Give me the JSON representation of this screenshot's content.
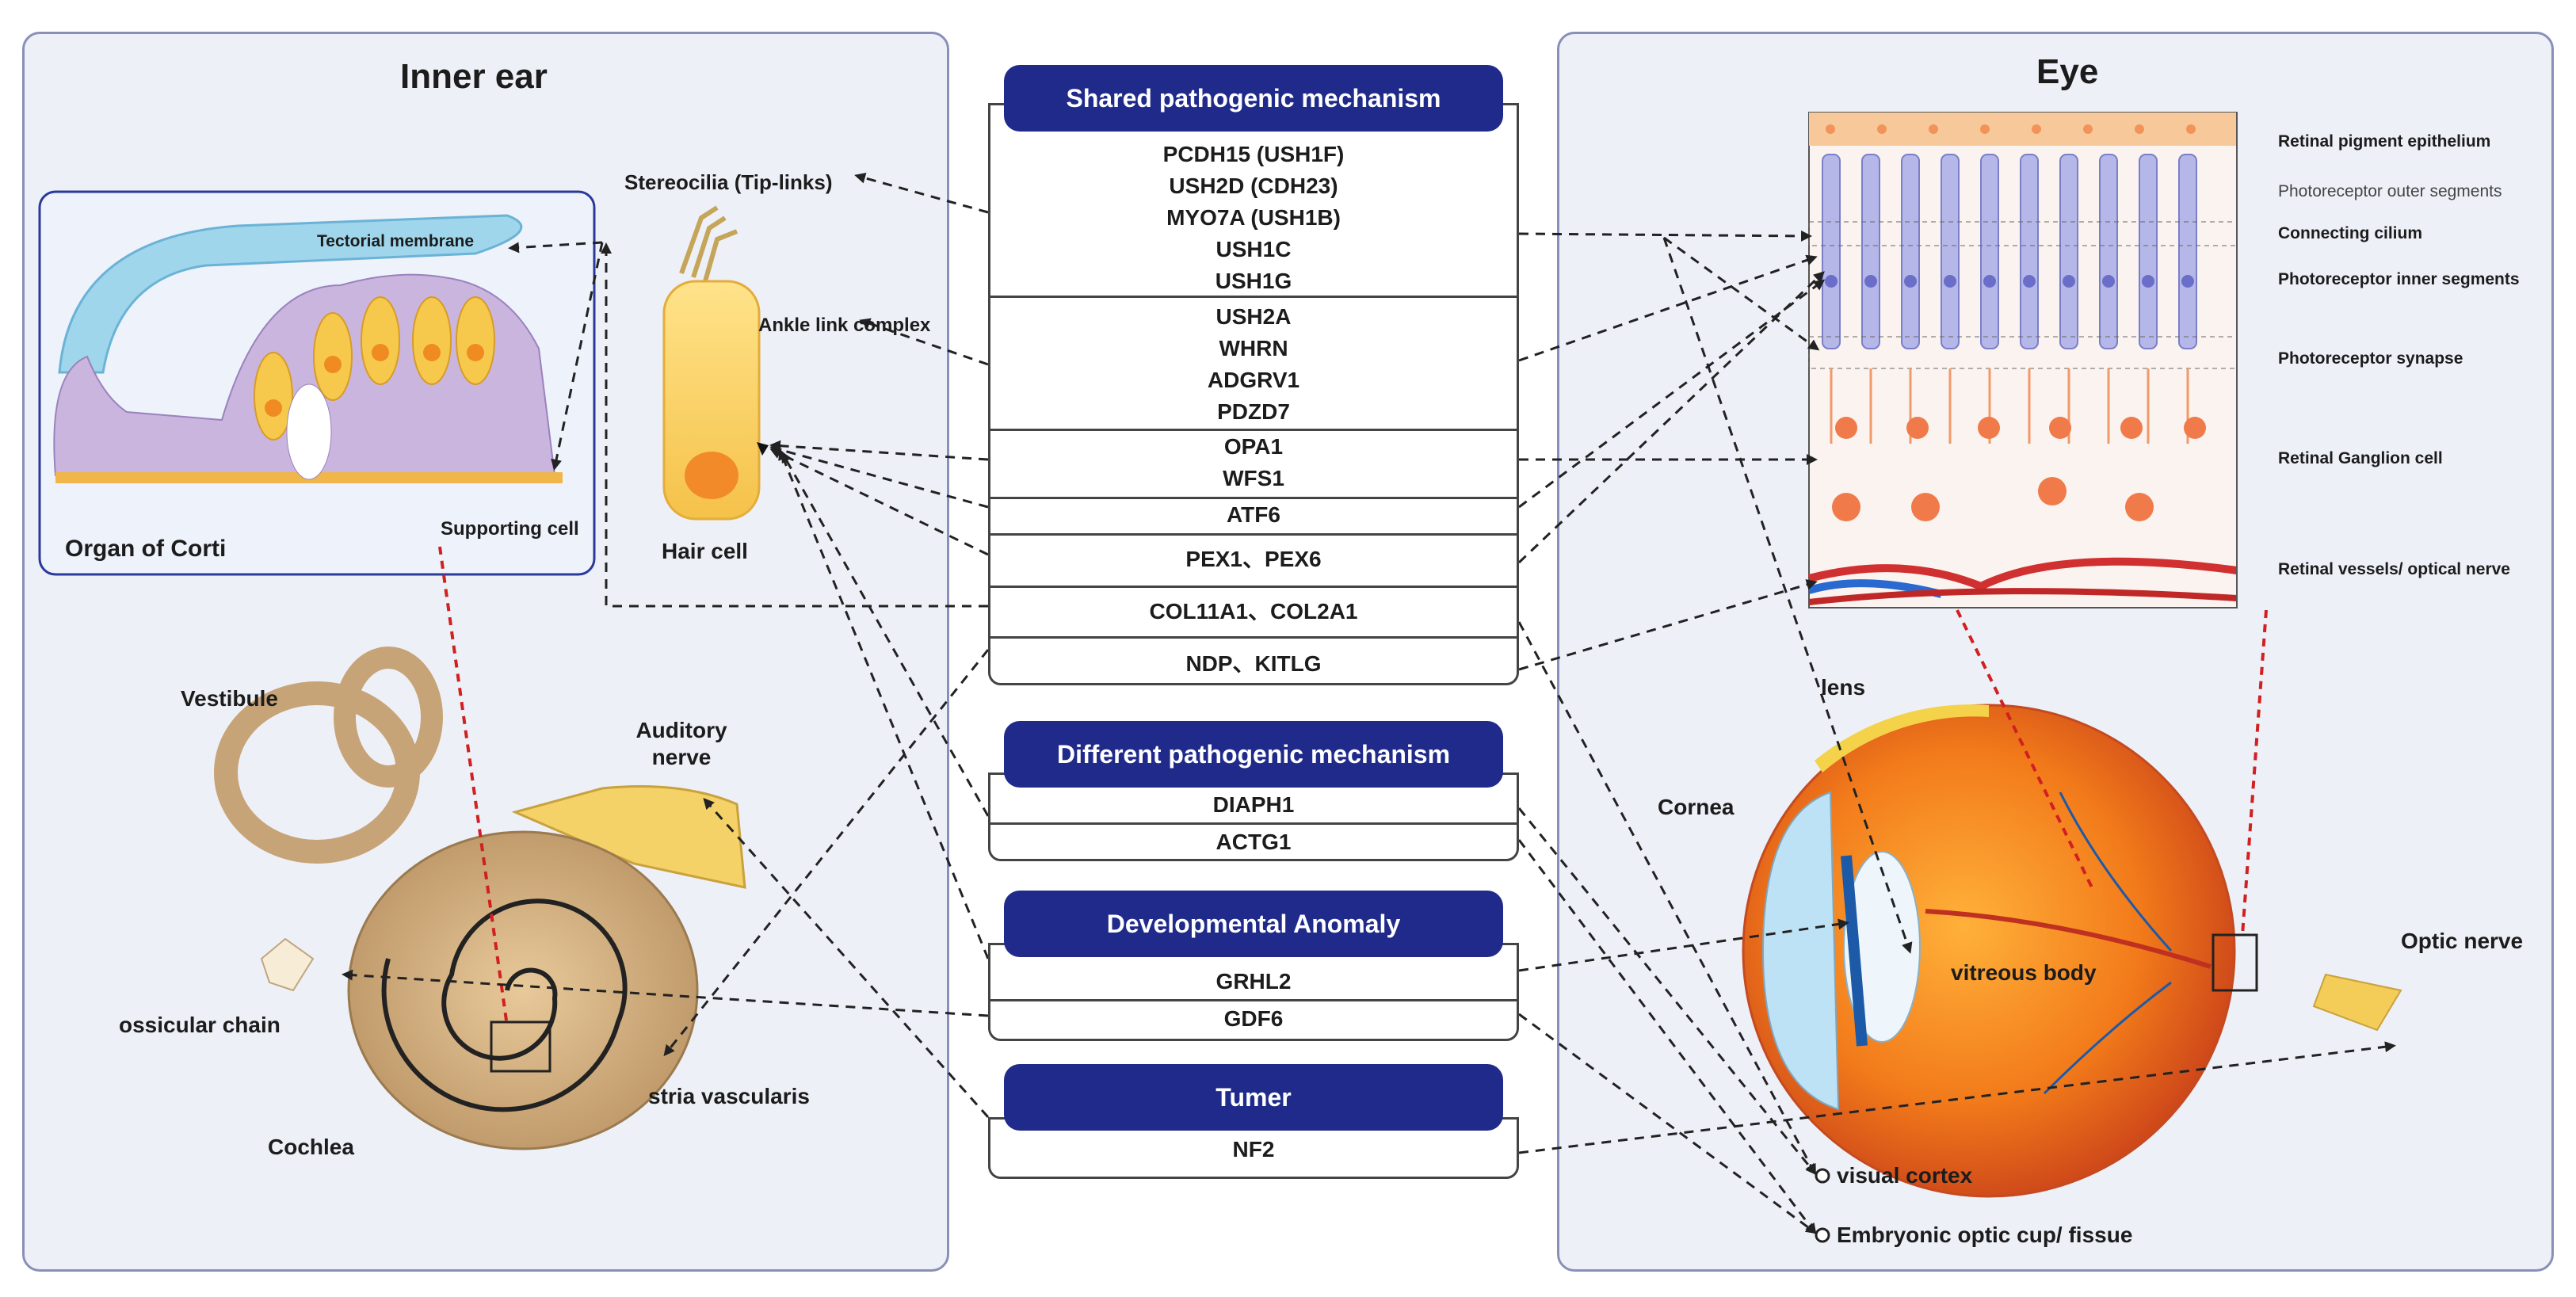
{
  "inner_ear": {
    "title": "Inner ear",
    "organ_of_corti_label": "Organ of Corti",
    "tectorial_membrane_label": "Tectorial membrane",
    "supporting_cell_label": "Supporting cell",
    "stereocilia_label": "Stereocilia (Tip-links)",
    "ankle_link_label": "Ankle link complex",
    "hair_cell_label": "Hair cell",
    "vestibule_label": "Vestibule",
    "auditory_nerve_label": "Auditory nerve",
    "ossicular_chain_label": "ossicular chain",
    "stria_label": "stria vascularis",
    "cochlea_label": "Cochlea"
  },
  "eye": {
    "title": "Eye",
    "retina_layers": [
      "Retinal pigment epithelium",
      "Photoreceptor outer segments",
      "Connecting cilium",
      "Photoreceptor inner segments",
      "Photoreceptor synapse",
      "Retinal Ganglion cell",
      "Retinal vessels/ optical nerve"
    ],
    "lens_label": "lens",
    "cornea_label": "Cornea",
    "vitreous_label": "vitreous body",
    "optic_nerve_label": "Optic nerve",
    "visual_cortex_label": "visual cortex",
    "optic_cup_label": "Embryonic optic cup/ fissue"
  },
  "mechanisms": {
    "shared": {
      "header": "Shared pathogenic mechanism",
      "groups": [
        [
          "PCDH15 (USH1F)",
          "USH2D (CDH23)",
          "MYO7A (USH1B)",
          "USH1C",
          "USH1G"
        ],
        [
          "USH2A",
          "WHRN",
          "ADGRV1",
          "PDZD7"
        ],
        [
          "OPA1",
          "WFS1"
        ],
        [
          "ATF6"
        ],
        [
          "PEX1、PEX6"
        ],
        [
          "COL11A1、COL2A1"
        ],
        [
          "NDP、KITLG"
        ]
      ]
    },
    "different": {
      "header": "Different pathogenic mechanism",
      "groups": [
        [
          "DIAPH1"
        ],
        [
          "ACTG1"
        ]
      ]
    },
    "developmental": {
      "header": "Developmental Anomaly",
      "groups": [
        [
          "GRHL2"
        ],
        [
          "GDF6"
        ]
      ]
    },
    "tumor": {
      "header": "Tumer",
      "groups": [
        [
          "NF2"
        ]
      ]
    }
  },
  "colors": {
    "header_blue": "#1f2a8a",
    "panel_bg": "#eef0f8",
    "panel_border": "#8a8fb8",
    "link_dash": "#222222",
    "red_dash": "#d02020"
  }
}
